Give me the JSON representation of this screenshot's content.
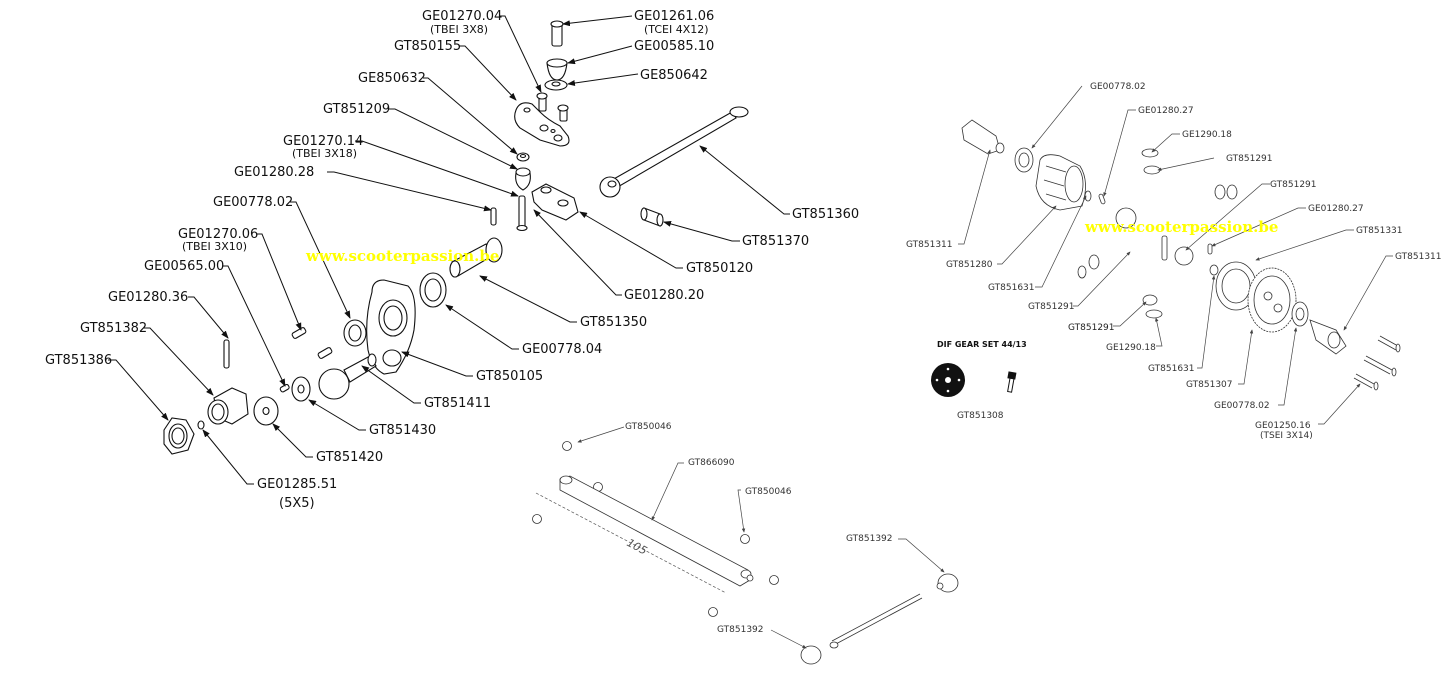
{
  "watermark": "www.scooterpassion.be",
  "left_assembly": {
    "labels": [
      {
        "id": "ge01270-04",
        "code": "GE01270.04",
        "spec": "(TBEI 3X8)"
      },
      {
        "id": "ge01261-06",
        "code": "GE01261.06",
        "spec": "(TCEI 4X12)"
      },
      {
        "id": "gt850155",
        "code": "GT850155"
      },
      {
        "id": "ge00585-10",
        "code": "GE00585.10"
      },
      {
        "id": "ge850632",
        "code": "GE850632"
      },
      {
        "id": "ge850642",
        "code": "GE850642"
      },
      {
        "id": "gt851209",
        "code": "GT851209"
      },
      {
        "id": "ge01270-14",
        "code": "GE01270.14",
        "spec": "(TBEI 3X18)"
      },
      {
        "id": "ge01280-28",
        "code": "GE01280.28"
      },
      {
        "id": "ge00778-02",
        "code": "GE00778.02"
      },
      {
        "id": "ge01270-06",
        "code": "GE01270.06",
        "spec": "(TBEI 3X10)"
      },
      {
        "id": "ge00565-00",
        "code": "GE00565.00"
      },
      {
        "id": "ge01280-36",
        "code": "GE01280.36"
      },
      {
        "id": "gt851382",
        "code": "GT851382"
      },
      {
        "id": "gt851386",
        "code": "GT851386"
      },
      {
        "id": "gt851360",
        "code": "GT851360"
      },
      {
        "id": "gt851370",
        "code": "GT851370"
      },
      {
        "id": "gt850120",
        "code": "GT850120"
      },
      {
        "id": "ge01280-20",
        "code": "GE01280.20"
      },
      {
        "id": "gt851350",
        "code": "GT851350"
      },
      {
        "id": "ge00778-04",
        "code": "GE00778.04"
      },
      {
        "id": "gt850105",
        "code": "GT850105"
      },
      {
        "id": "gt851411",
        "code": "GT851411"
      },
      {
        "id": "gt851430",
        "code": "GT851430"
      },
      {
        "id": "gt851420",
        "code": "GT851420"
      },
      {
        "id": "ge01285-51",
        "code": "GE01285.51",
        "spec": "(5X5)"
      }
    ]
  },
  "diff_assembly": {
    "labels": [
      {
        "id": "ge00778-02-a",
        "code": "GE00778.02"
      },
      {
        "id": "ge01280-27-a",
        "code": "GE01280.27"
      },
      {
        "id": "ge1290-18-a",
        "code": "GE1290.18"
      },
      {
        "id": "gt851291-a",
        "code": "GT851291"
      },
      {
        "id": "gt851291-b",
        "code": "GT851291"
      },
      {
        "id": "ge01280-27-b",
        "code": "GE01280.27"
      },
      {
        "id": "gt851331",
        "code": "GT851331"
      },
      {
        "id": "gt851311-a",
        "code": "GT851311"
      },
      {
        "id": "gt851311-b",
        "code": "GT851311"
      },
      {
        "id": "gt851280",
        "code": "GT851280"
      },
      {
        "id": "gt851631-a",
        "code": "GT851631"
      },
      {
        "id": "gt851291-c",
        "code": "GT851291"
      },
      {
        "id": "gt851291-d",
        "code": "GT851291"
      },
      {
        "id": "ge1290-18-b",
        "code": "GE1290.18"
      },
      {
        "id": "gt851631-b",
        "code": "GT851631"
      },
      {
        "id": "gt851307",
        "code": "GT851307"
      },
      {
        "id": "ge00778-02-b",
        "code": "GE00778.02"
      },
      {
        "id": "ge01250-16",
        "code": "GE01250.16",
        "spec": "(TSEI 3X14)"
      }
    ],
    "gear_set": {
      "title": "DIF GEAR SET 44/13",
      "code": "GT851308"
    }
  },
  "link_assembly": {
    "labels": [
      {
        "id": "gt850046-a",
        "code": "GT850046"
      },
      {
        "id": "gt866090",
        "code": "GT866090"
      },
      {
        "id": "gt850046-b",
        "code": "GT850046"
      },
      {
        "id": "gt851392-a",
        "code": "GT851392"
      },
      {
        "id": "gt851392-b",
        "code": "GT851392"
      }
    ],
    "dimension": "105"
  }
}
